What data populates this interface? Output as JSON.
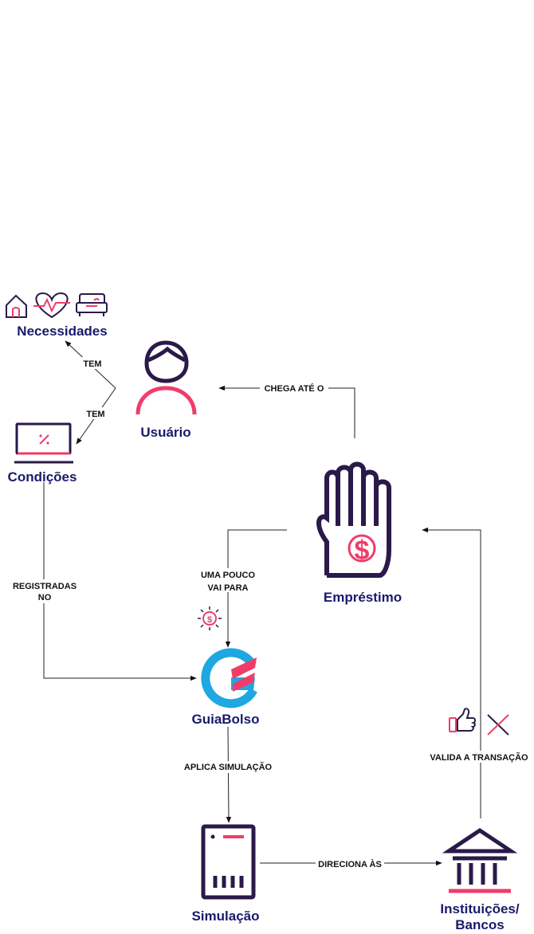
{
  "nodes": {
    "necessidades": "Necessidades",
    "usuario": "Usuário",
    "condicoes": "Condições",
    "emprestimo": "Empréstimo",
    "guiabolso": "GuiaBolso",
    "simulacao": "Simulação",
    "instituicoes_line1": "Instituições/",
    "instituicoes_line2": "Bancos"
  },
  "edges": {
    "tem_1": "TEM",
    "tem_2": "TEM",
    "chega_ate_o": "CHEGA ATÉ O",
    "registradas_line1": "REGISTRADAS",
    "registradas_line2": "NO",
    "uma_pouco_line1": "UMA POUCO",
    "uma_pouco_line2": "VAI PARA",
    "aplica_simulacao": "APLICA SIMULAÇÃO",
    "direciona_as": "DIRECIONA ÀS",
    "valida_transacao": "VALIDA A TRANSAÇÃO"
  },
  "icons": {
    "necessidades": [
      "house-icon",
      "heart-pulse-icon",
      "sofa-icon"
    ],
    "usuario": "user-icon",
    "condicoes": "laptop-percent-icon",
    "emprestimo": "hand-dollar-icon",
    "guiabolso": "guiabolso-logo-icon",
    "simulacao": "calculator-icon",
    "instituicoes": "bank-icon",
    "money_sun": "money-sun-icon",
    "validation": [
      "thumbs-up-icon",
      "cross-icon"
    ]
  },
  "colors": {
    "dark": "#2a1a4a",
    "pink": "#ef3d6a",
    "label": "#1a1a6b",
    "guiabolso_blue": "#1ea7e1"
  }
}
